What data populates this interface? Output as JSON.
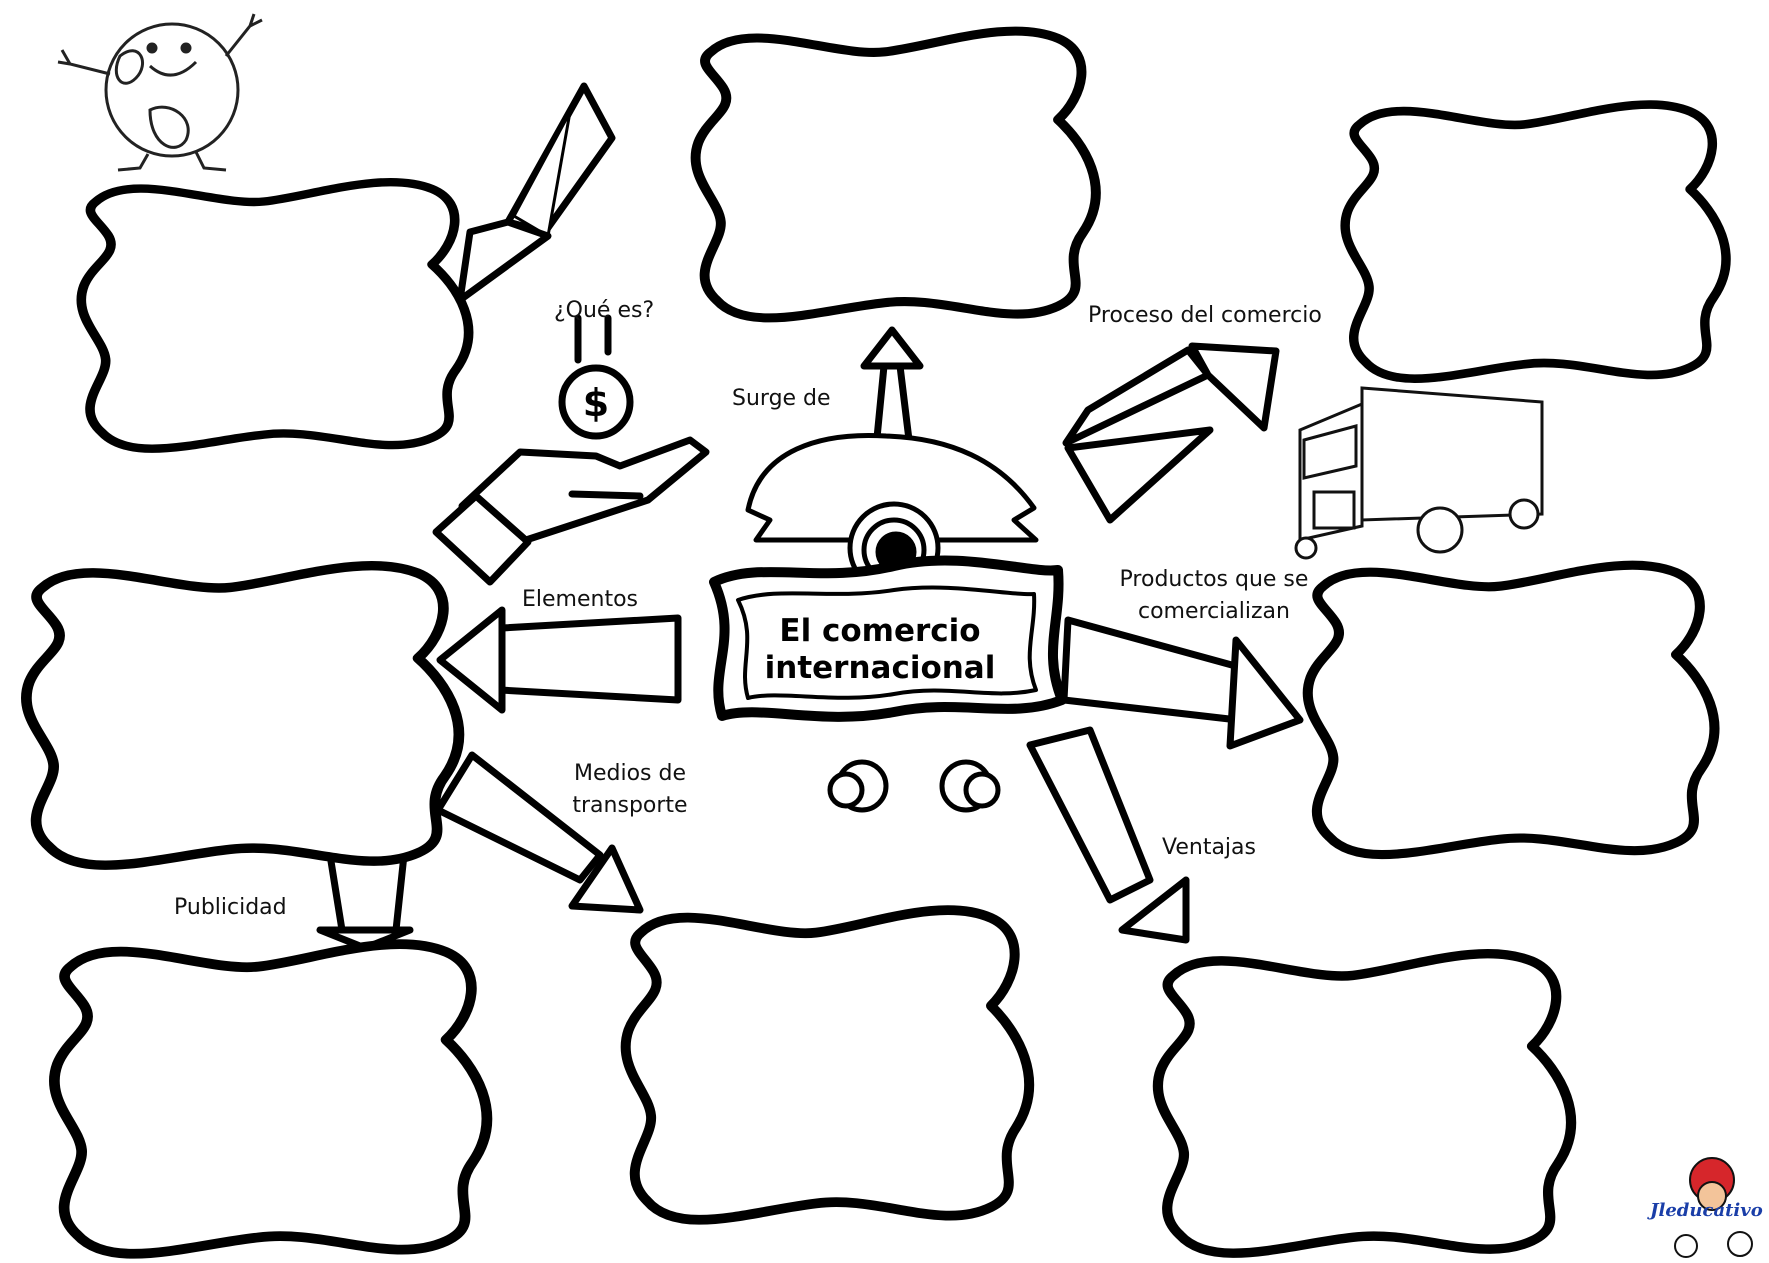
{
  "title": {
    "line1": "El comercio",
    "line2": "internacional"
  },
  "branches": {
    "que_es": "¿Qué es?",
    "surge_de": "Surge de",
    "proceso": "Proceso del comercio",
    "elementos": "Elementos",
    "productos_line1": "Productos que se",
    "productos_line2": "comercializan",
    "medios_line1": "Medios de",
    "medios_line2": "transporte",
    "ventajas": "Ventajas",
    "publicidad": "Publicidad"
  },
  "boxes": {
    "que_es": "",
    "surge_de": "",
    "proceso": "",
    "elementos": "",
    "productos": "",
    "publicidad": "",
    "medios": "",
    "ventajas": ""
  },
  "brand": "Jleducativo",
  "icons": [
    "globe-mascot-icon",
    "money-hand-icon",
    "dollar-coin-icon",
    "truck-icon",
    "one-eyed-monster-icon",
    "mascot-logo-icon"
  ],
  "colors": {
    "ink": "#000000",
    "paper": "#ffffff",
    "brand": "#1a3ea8",
    "mascot_red": "#d6262b"
  }
}
